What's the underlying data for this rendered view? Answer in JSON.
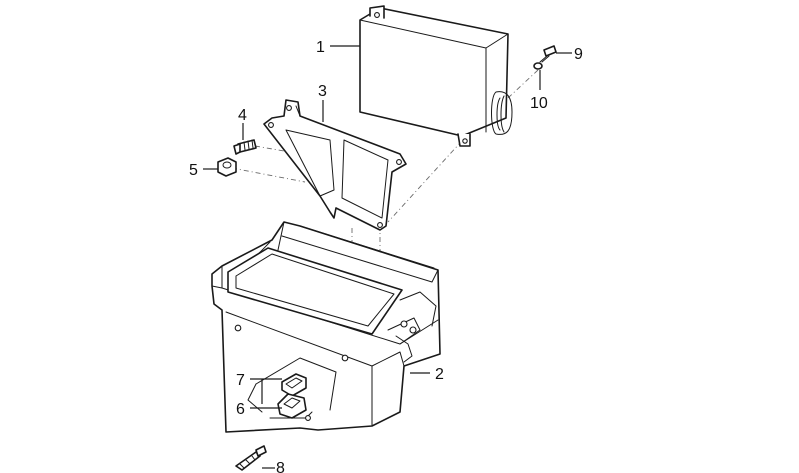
{
  "diagram": {
    "callouts": [
      {
        "id": "1",
        "text": "1"
      },
      {
        "id": "2",
        "text": "2"
      },
      {
        "id": "3",
        "text": "3"
      },
      {
        "id": "4",
        "text": "4"
      },
      {
        "id": "5",
        "text": "5"
      },
      {
        "id": "6",
        "text": "6"
      },
      {
        "id": "7",
        "text": "7"
      },
      {
        "id": "8",
        "text": "8"
      },
      {
        "id": "9",
        "text": "9"
      },
      {
        "id": "10",
        "text": "10"
      }
    ]
  },
  "colors": {
    "line": "#1a1a1a",
    "background": "#ffffff",
    "centerline": "#6a6a6a"
  }
}
